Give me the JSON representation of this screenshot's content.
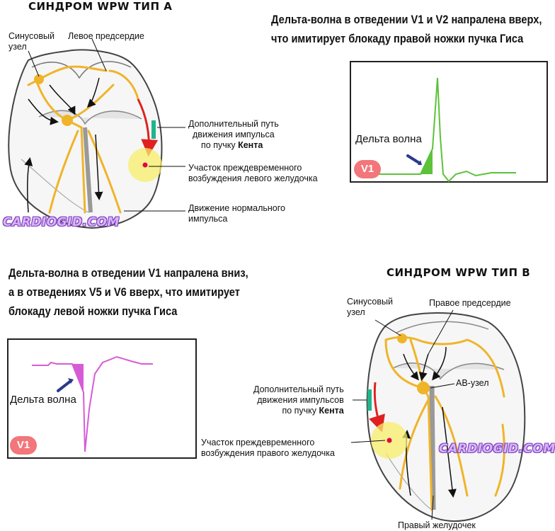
{
  "type_a": {
    "title": "СИНДРОМ WPW ТИП А",
    "heading_line1": "Дельта-волна в отведении V1 и V2 напралена вверх,",
    "heading_line2": "что имитирует блокаду правой ножки пучка Гиса",
    "labels": {
      "sinus_line1": "Синусовый",
      "sinus_line2": "узел",
      "left_atrium": "Левое предсердие",
      "accessory_line1": "Дополнительный путь",
      "accessory_line2": "движения импульса",
      "accessory_line3_prefix": "по пучку ",
      "accessory_line3_bold": "Кента",
      "premature_line1": "Участок преждевременного",
      "premature_line2": "возбуждения левого желудочка",
      "normal_line1": "Движение нормального",
      "normal_line2": "импульса"
    },
    "ecg": {
      "delta_label": "Дельта волна",
      "lead": "V1",
      "color": "#5cc23a",
      "direction": "up"
    }
  },
  "type_b": {
    "title": "СИНДРОМ WPW ТИП В",
    "heading_line1": "Дельта-волна в отведении V1 напралена вниз,",
    "heading_line2": "а в отведениях V5 и V6 вверх, что имитирует",
    "heading_line3": "блокаду левой ножки пучка Гиса",
    "labels": {
      "sinus_line1": "Синусовый",
      "sinus_line2": "узел",
      "right_atrium": "Правое предсердие",
      "av_node": "АВ-узел",
      "accessory_line1": "Дополнительный путь",
      "accessory_line2": "движения импульсов",
      "accessory_line3_prefix": "по пучку ",
      "accessory_line3_bold": "Кента",
      "premature_line1": "Участок преждевременного",
      "premature_line2": "возбуждения правого желудочка",
      "right_ventricle": "Правый желудочек"
    },
    "ecg": {
      "delta_label": "Дельта волна",
      "lead": "V1",
      "color": "#d65cd6",
      "direction": "down"
    }
  },
  "watermark": "CARDIOGID.COM",
  "colors": {
    "conduction": "#f0b429",
    "accessory_arrow": "#e02020",
    "kent_bundle": "#1fb58a",
    "focus": "#f7ee6a",
    "focus_dot": "#e8003c"
  }
}
